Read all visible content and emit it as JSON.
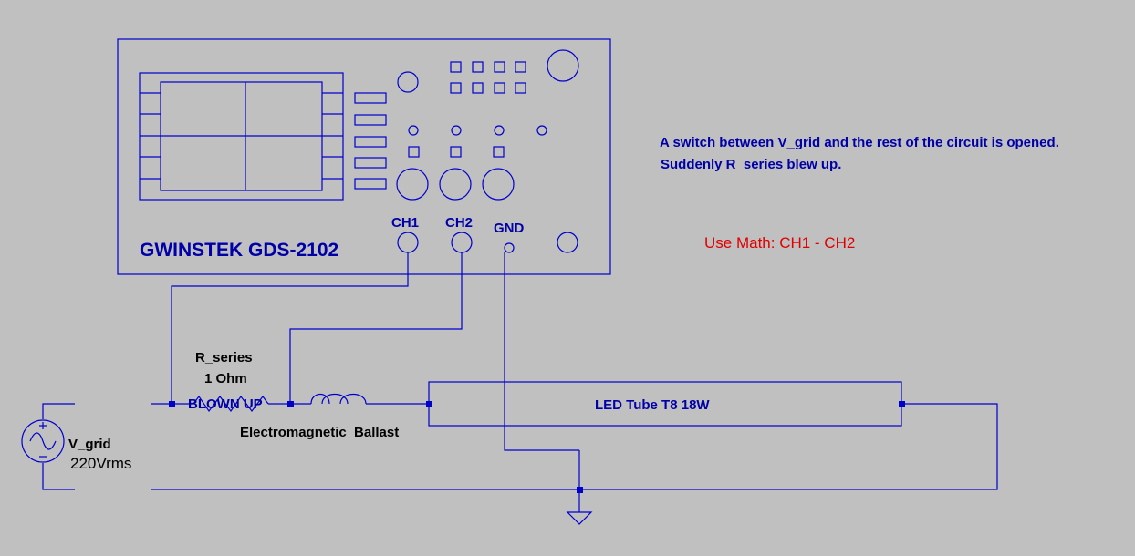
{
  "colors": {
    "background": "#c0c0c0",
    "wire": "#0000cc",
    "component_text": "#000000",
    "annotation_text": "#0000a8",
    "note_text": "#e00000"
  },
  "oscilloscope": {
    "model": "GWINSTEK GDS-2102",
    "ch1_label": "CH1",
    "ch2_label": "CH2",
    "gnd_label": "GND"
  },
  "annotation": {
    "line1": "A switch between V_grid and the rest of the circuit is opened.",
    "line2": "Suddenly R_series blew up."
  },
  "note": "Use Math: CH1 - CH2",
  "components": {
    "resistor": {
      "name": "R_series",
      "value": "1 Ohm",
      "status": "BLOWN UP"
    },
    "inductor": {
      "name": "Electromagnetic_Ballast"
    },
    "load": {
      "name": "LED Tube T8 18W"
    },
    "source": {
      "name": "V_grid",
      "value": "220Vrms",
      "icon": "ac-source-icon"
    },
    "ground": {
      "icon": "ground-icon"
    }
  }
}
